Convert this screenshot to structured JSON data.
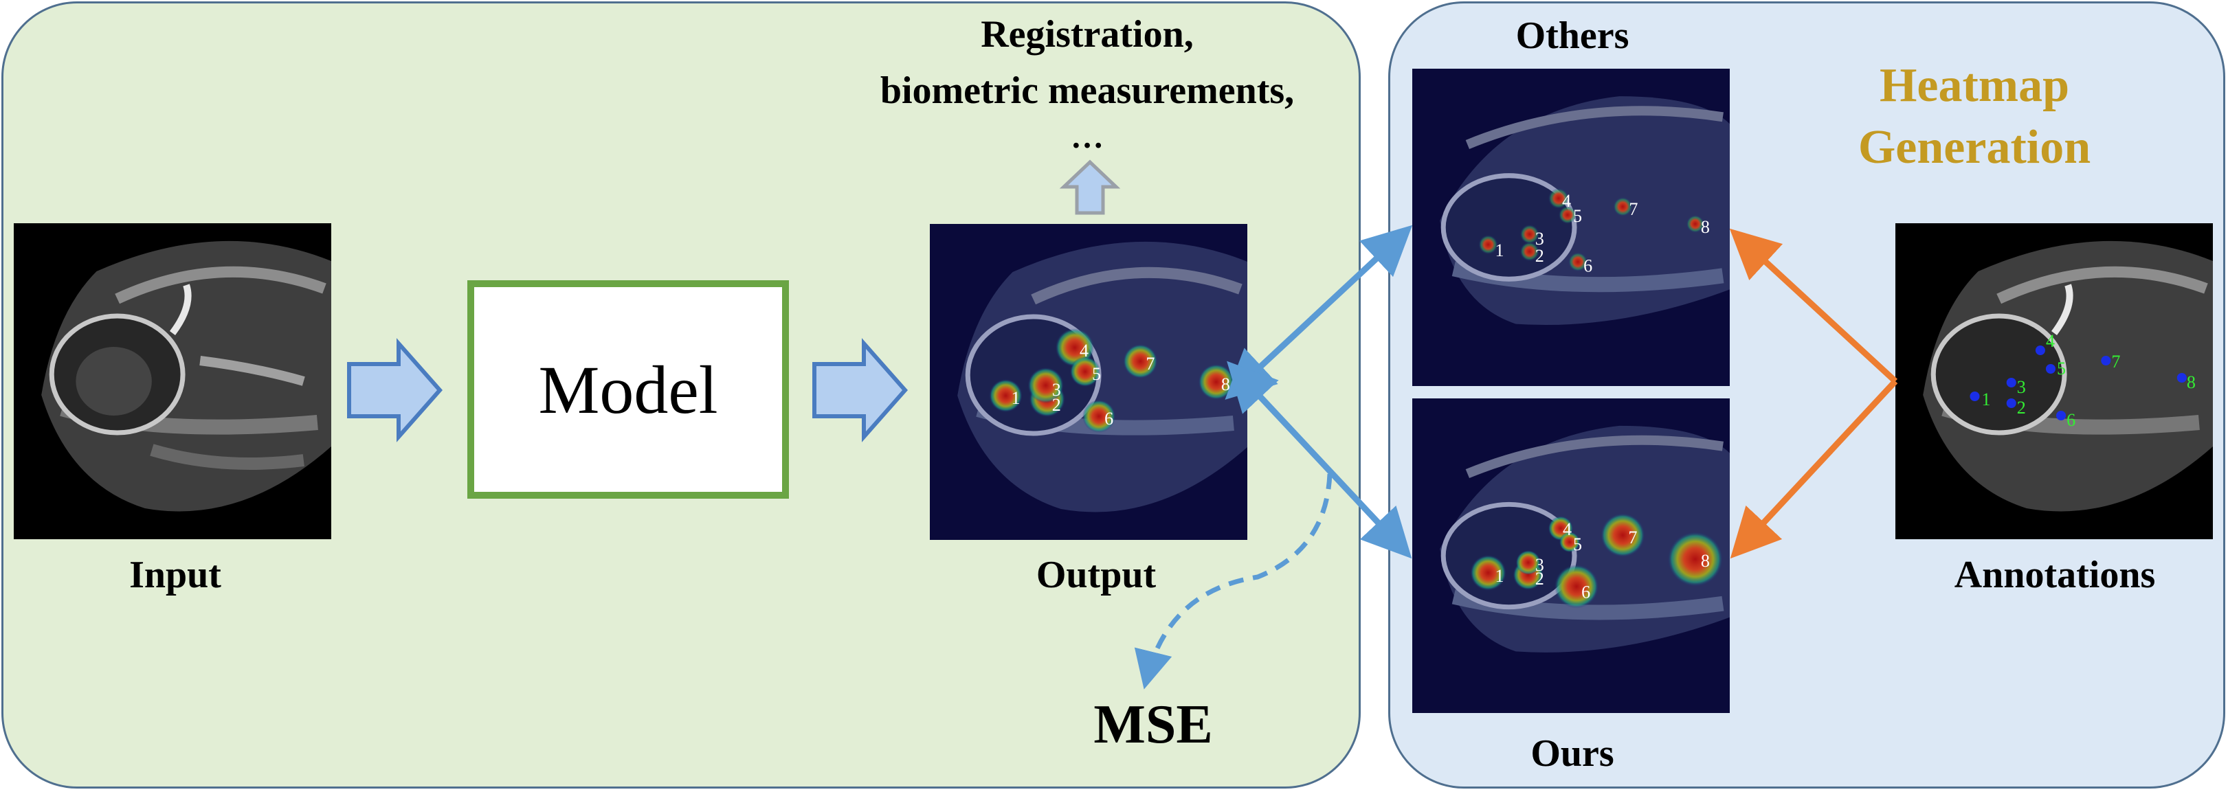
{
  "labels": {
    "input": "Input",
    "model": "Model",
    "output": "Output",
    "mse": "MSE",
    "others": "Others",
    "ours": "Ours",
    "annotations": "Annotations",
    "downstream_line1": "Registration,",
    "downstream_line2": "biometric measurements,",
    "downstream_line3": "…",
    "heatmap_line1": "Heatmap",
    "heatmap_line2": "Generation"
  },
  "landmark_numbers": [
    "1",
    "2",
    "3",
    "4",
    "5",
    "6",
    "7",
    "8"
  ],
  "colors": {
    "left_panel": "#e2eed5",
    "right_panel": "#dce8f5",
    "model_border": "#6aa544",
    "flow_arrow": "#4a7cc0",
    "compare_arrow": "#5b9bd5",
    "heatmap_arrow": "#ed7d31",
    "heatmap_title": "#c49a22",
    "annotation_text": "#33ee33",
    "annotation_dot": "#1a2ee6"
  }
}
